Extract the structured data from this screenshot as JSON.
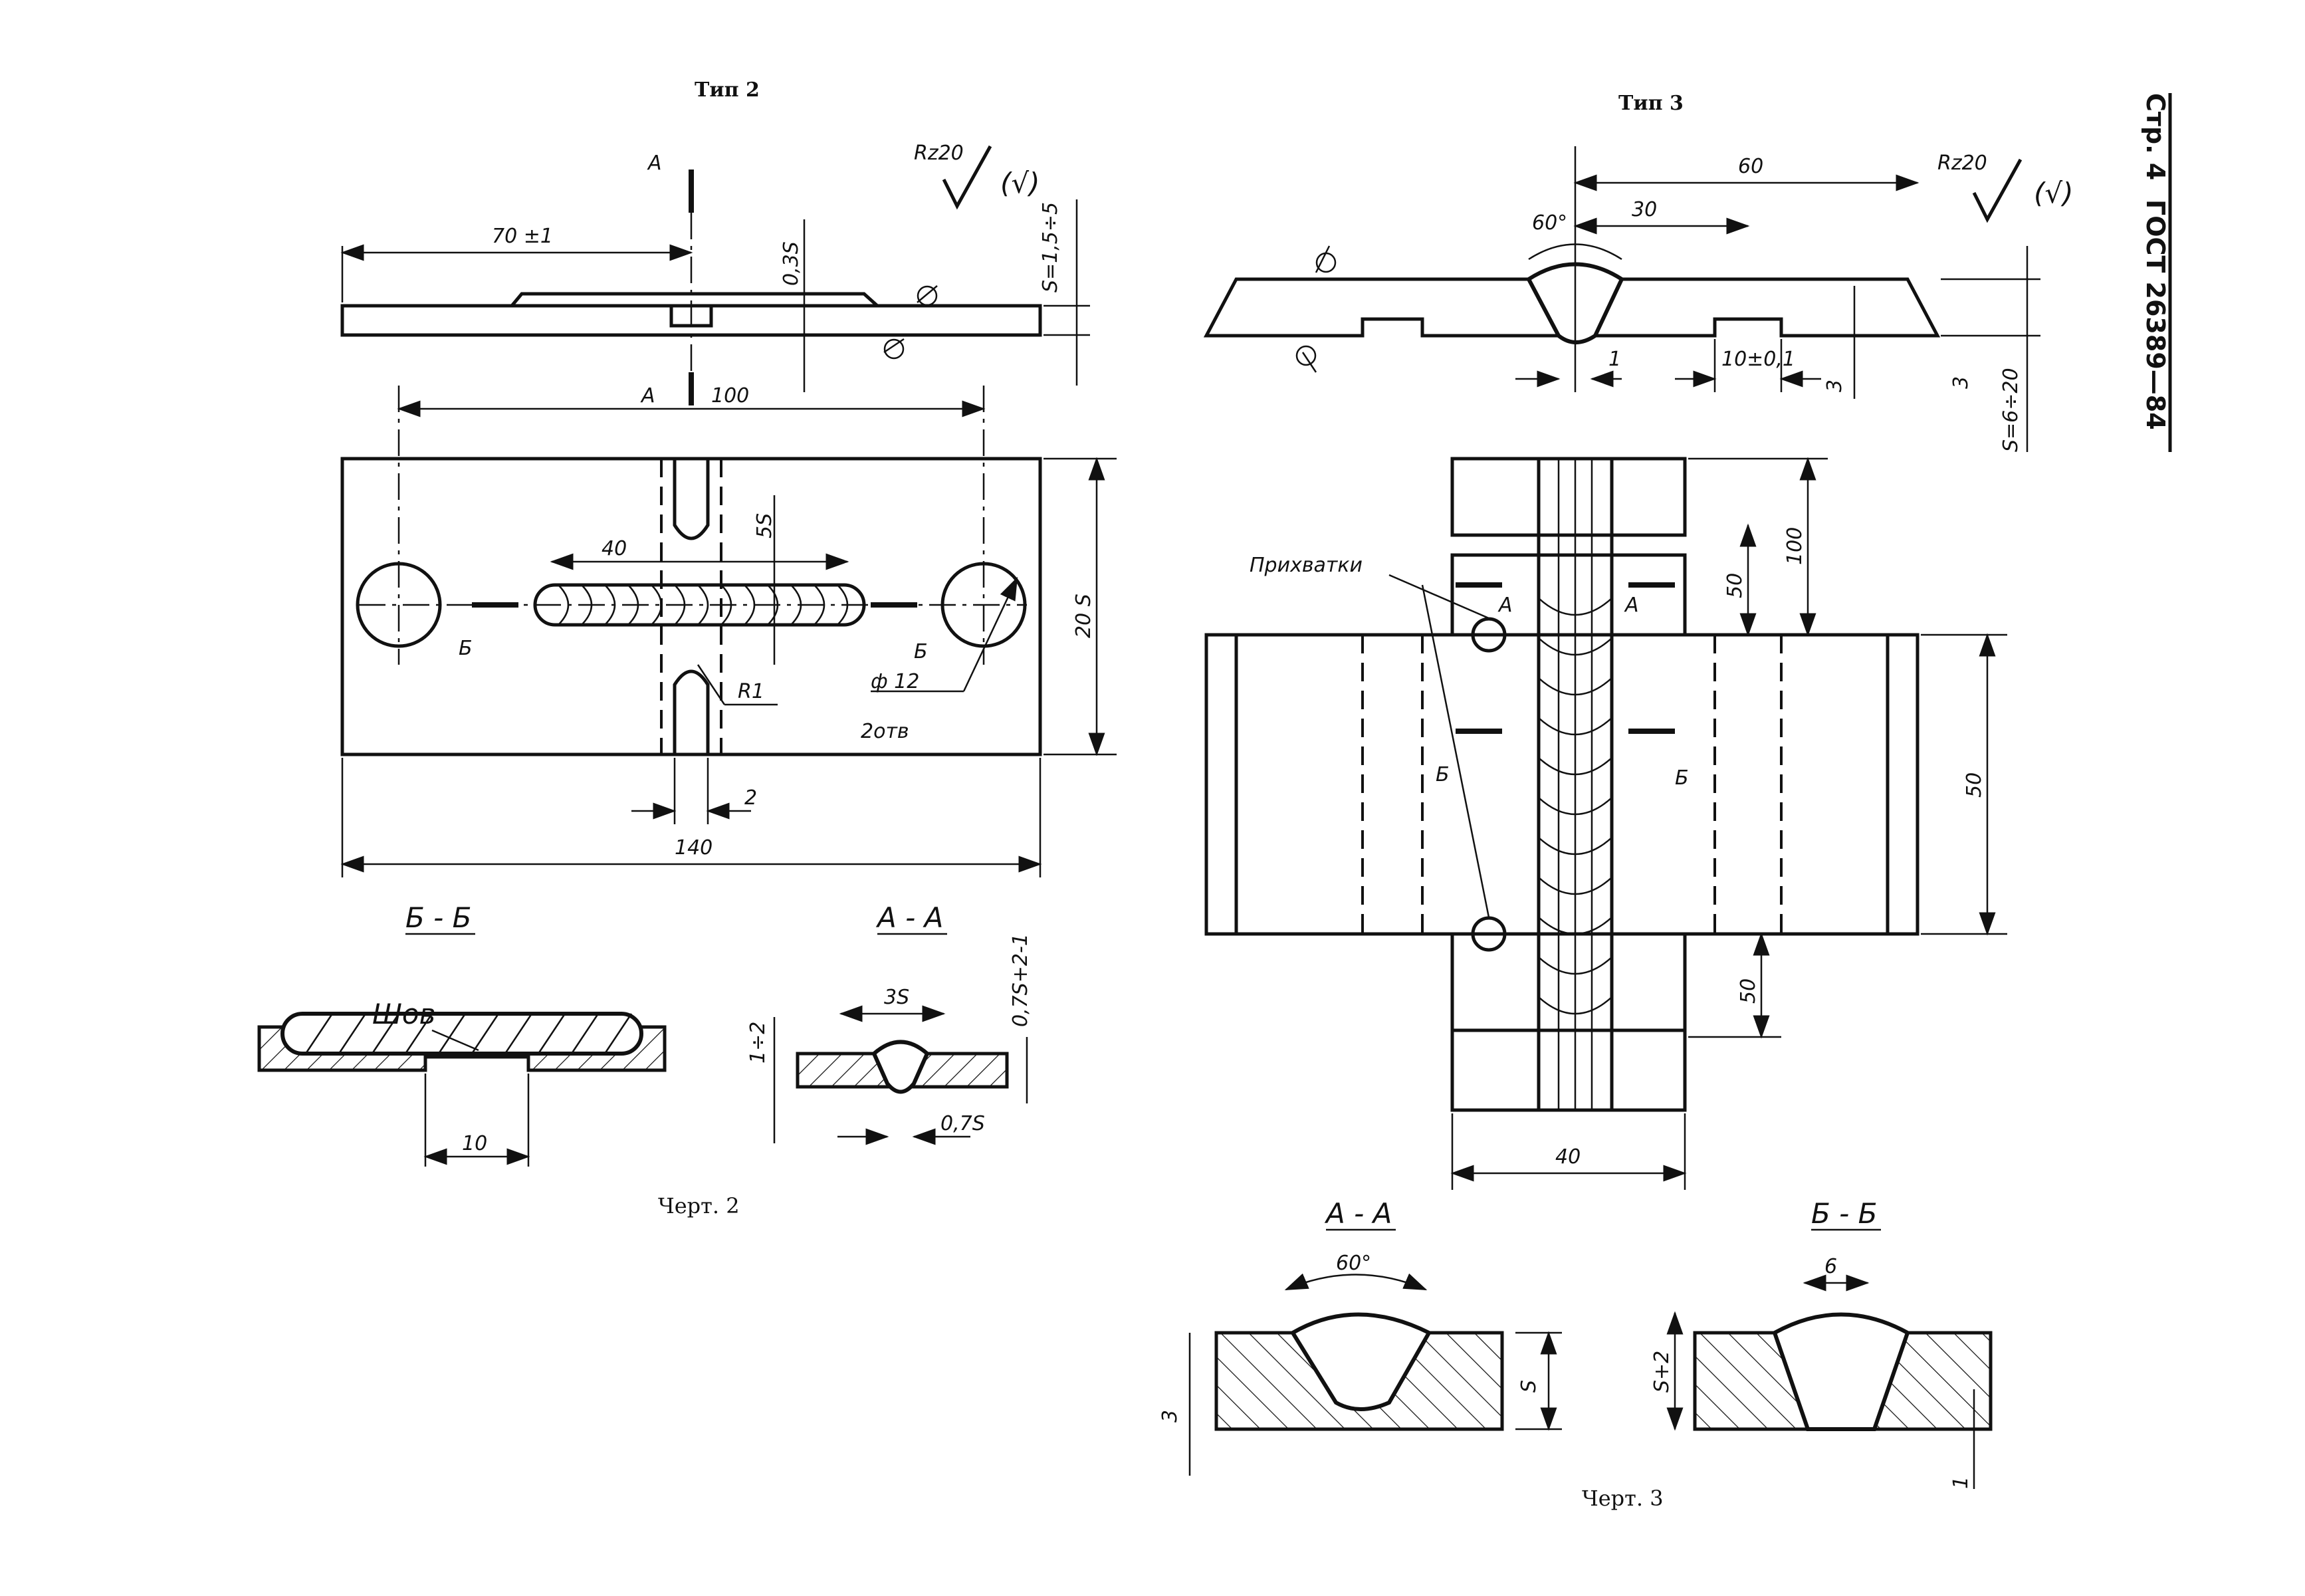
{
  "header": {
    "page": "Стр. 4",
    "standard": "ГОСТ 26389—84"
  },
  "type2": {
    "title": "Тип 2",
    "caption": "Черт. 2",
    "roughness": "Rz20",
    "roughness_alt": "(√)",
    "dims": {
      "d70": "70 ±1",
      "d03s": "0,3S",
      "s_range": "S=1,5÷5",
      "d100": "100",
      "d40": "40",
      "d5s": "5S",
      "d20s": "20 S",
      "r1": "R1",
      "hole": "ф 12",
      "holes_count": "2отв",
      "d2": "2",
      "d140": "140",
      "d10": "10",
      "d3s": "3S",
      "d1_2": "1÷2",
      "d075s": "0,7S+2-1",
      "d07s": "0,7S"
    },
    "markers": {
      "a": "А",
      "b": "Б"
    },
    "section_bb": "Б - Б",
    "section_aa": "А - А",
    "weld_label": "Шов"
  },
  "type3": {
    "title": "Тип 3",
    "caption": "Черт. 3",
    "roughness": "Rz20",
    "roughness_alt": "(√)",
    "dims": {
      "d60": "60",
      "d30": "30",
      "angle": "60°",
      "d1": "1",
      "d10": "10±0,1",
      "d3": "3",
      "s_range": "S=6÷20",
      "d100": "100",
      "d50a": "50",
      "d50b": "50",
      "d50c": "50",
      "d40": "40",
      "d6": "6",
      "s2": "S+2",
      "s": "S"
    },
    "tack_label": "Прихватки",
    "markers": {
      "a": "А",
      "b": "Б"
    },
    "section_aa": "А - А",
    "section_bb": "Б - Б"
  }
}
